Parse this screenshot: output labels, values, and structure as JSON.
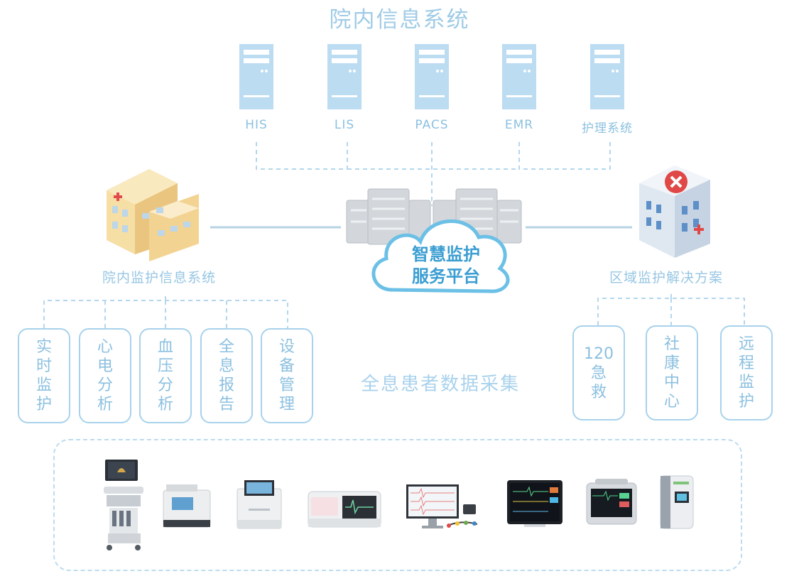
{
  "top_title": "院内信息系统",
  "servers": [
    {
      "label": "HIS"
    },
    {
      "label": "LIS"
    },
    {
      "label": "PACS"
    },
    {
      "label": "EMR"
    },
    {
      "label": "护理系统"
    }
  ],
  "cloud_platform": {
    "line1": "智慧监护",
    "line2": "服务平台"
  },
  "left_node": {
    "label": "院内监护信息系统",
    "icon": "hospital-building-icon"
  },
  "right_node": {
    "label": "区域监护解决方案",
    "icon": "clinic-building-icon"
  },
  "left_modules": [
    {
      "chars": [
        "实",
        "时",
        "监",
        "护"
      ]
    },
    {
      "chars": [
        "心",
        "电",
        "分",
        "析"
      ]
    },
    {
      "chars": [
        "血",
        "压",
        "分",
        "析"
      ]
    },
    {
      "chars": [
        "全",
        "息",
        "报",
        "告"
      ]
    },
    {
      "chars": [
        "设",
        "备",
        "管",
        "理"
      ]
    }
  ],
  "right_modules": [
    {
      "chars": [
        "120",
        "急",
        "救"
      ]
    },
    {
      "chars": [
        "社",
        "康",
        "中",
        "心"
      ]
    },
    {
      "chars": [
        "远",
        "程",
        "监",
        "护"
      ]
    }
  ],
  "center_label": "全息患者数据采集",
  "devices": [
    {
      "icon": "ultrasound-cart-icon"
    },
    {
      "icon": "analyzer-icon"
    },
    {
      "icon": "printer-analyzer-icon"
    },
    {
      "icon": "ecg-machine-icon"
    },
    {
      "icon": "ecg-workstation-icon"
    },
    {
      "icon": "monitor-display-icon"
    },
    {
      "icon": "patient-monitor-icon"
    },
    {
      "icon": "wall-device-icon"
    }
  ],
  "colors": {
    "accent": "#3b9ed2",
    "line": "#a8d2ec",
    "server": "#bcdcf2"
  }
}
